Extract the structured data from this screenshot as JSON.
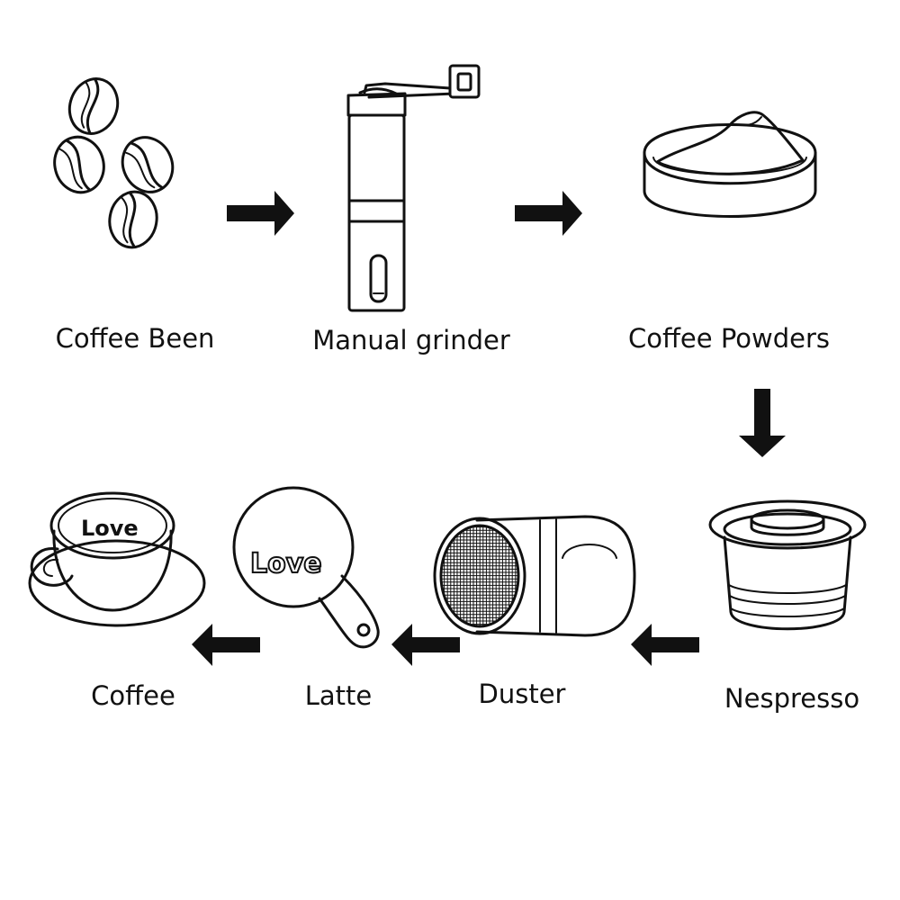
{
  "steps": [
    {
      "id": "beans",
      "label": "Coffee Been",
      "icon": "coffee-beans-icon"
    },
    {
      "id": "grinder",
      "label": "Manual grinder",
      "icon": "manual-grinder-icon"
    },
    {
      "id": "powders",
      "label": "Coffee Powders",
      "icon": "coffee-powder-bowl-icon"
    },
    {
      "id": "nespresso",
      "label": "Nespresso",
      "icon": "nespresso-capsule-icon"
    },
    {
      "id": "duster",
      "label": "Duster",
      "icon": "duster-shaker-icon"
    },
    {
      "id": "latte",
      "label": "Latte",
      "icon": "latte-stencil-icon"
    },
    {
      "id": "coffee",
      "label": "Coffee",
      "icon": "coffee-cup-icon"
    }
  ],
  "stencil_text": "Love",
  "colors": {
    "ink": "#111111",
    "background": "#ffffff"
  }
}
